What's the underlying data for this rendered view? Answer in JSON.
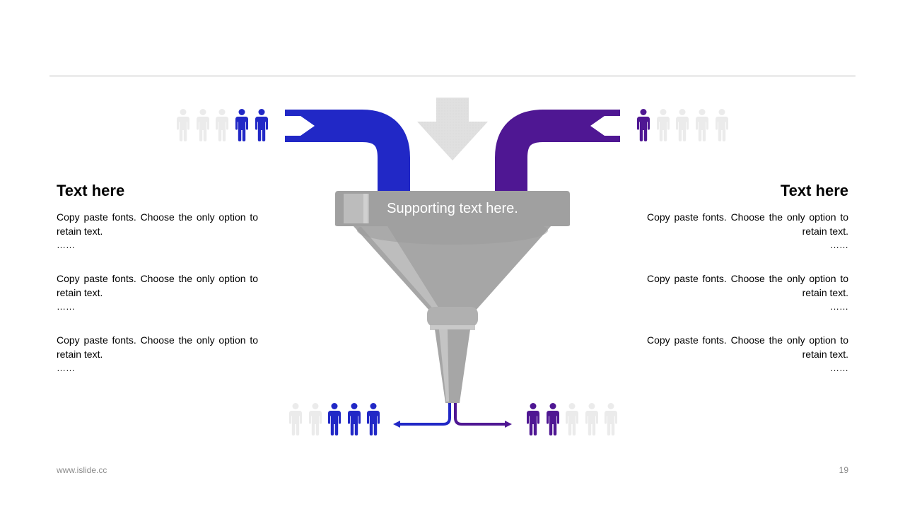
{
  "left": {
    "heading": "Text here",
    "items": [
      {
        "body": "Copy paste fonts. Choose the only option to retain text.",
        "dots": "……"
      },
      {
        "body": "Copy paste fonts. Choose the only option to retain text.",
        "dots": "……"
      },
      {
        "body": "Copy paste fonts. Choose the only option to retain text.",
        "dots": "……"
      }
    ]
  },
  "right": {
    "heading": "Text here",
    "items": [
      {
        "body": "Copy paste fonts. Choose the only option to retain text.",
        "dots": "……"
      },
      {
        "body": "Copy paste fonts. Choose the only option to retain text.",
        "dots": "……"
      },
      {
        "body": "Copy paste fonts. Choose the only option to retain text.",
        "dots": "……"
      }
    ]
  },
  "funnel": {
    "label": "Supporting text here."
  },
  "people_groups": {
    "top_left": {
      "highlighted": 2,
      "total": 5
    },
    "top_right": {
      "highlighted": 1,
      "total": 5
    },
    "bottom_left": {
      "highlighted": 3,
      "total": 5
    },
    "bottom_right": {
      "highlighted": 2,
      "total": 5
    }
  },
  "colors": {
    "blue": "#2128c6",
    "purple": "#4f1793",
    "muted_person": "#ebebeb",
    "funnel_gray": "#a6a6a6",
    "arrow_gray": "#e0e0e0"
  },
  "icons": [
    "person-icon",
    "arrow-right-icon",
    "arrow-left-icon",
    "arrow-down-icon",
    "funnel-icon"
  ],
  "footer": {
    "url": "www.islide.cc",
    "page": "19"
  }
}
